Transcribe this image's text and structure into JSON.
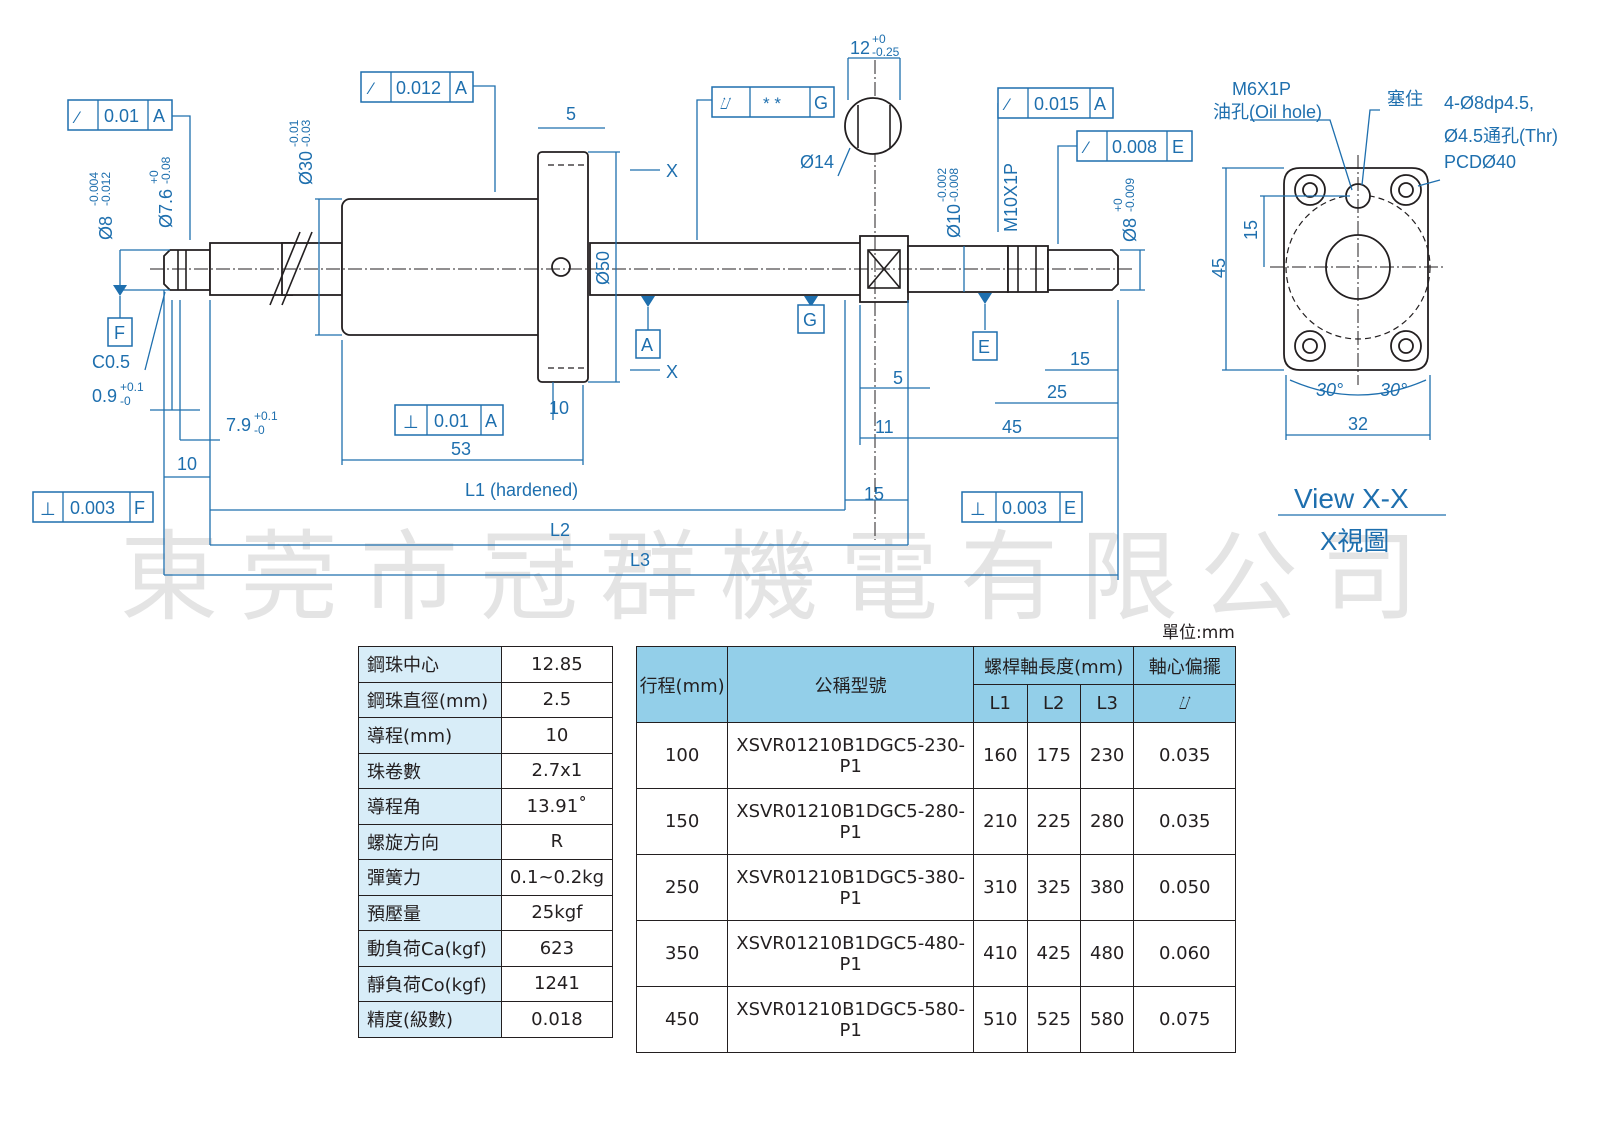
{
  "dims": {
    "runout_left": "0.01",
    "runout_nut": "0.012",
    "parallel_symbols": "*    *",
    "runout_right1": "0.015",
    "runout_right2": "0.008",
    "perp_nut": "0.01",
    "perp_left": "0.003",
    "perp_right": "0.003",
    "d8": "Ø8",
    "d8_tol_top": "-0.004",
    "d8_tol_bot": "-0.012",
    "d76": "Ø7.6",
    "d76_tol_top": "+0",
    "d76_tol_bot": "-0.08",
    "d30": "Ø30",
    "d30_tol_top": "-0.01",
    "d30_tol_bot": "-0.03",
    "d50": "Ø50",
    "d14": "Ø14",
    "d10": "Ø10",
    "d10_tol_top": "-0.002",
    "d10_tol_bot": "-0.008",
    "m10": "M10X1P",
    "d8r": "Ø8",
    "d8r_tol_top": "+0",
    "d8r_tol_bot": "-0.009",
    "w12": "12",
    "w12_tol_top": "+0",
    "w12_tol_bot": "-0.25",
    "five_top": "5",
    "c05": "C0.5",
    "g09": "0.9",
    "g09_tol_top": "+0.1",
    "g09_tol_bot": "-0",
    "g79": "7.9",
    "g79_tol_top": "+0.1",
    "g79_tol_bot": "-0",
    "d10_left": "10",
    "d53": "53",
    "d10_nut": "10",
    "d5_right": "5",
    "d11": "11",
    "d45": "45",
    "d15_lower": "15",
    "d15_upper": "15",
    "d25": "25",
    "L1": "L1 (hardened)",
    "L2": "L2",
    "L3": "L3",
    "datum_F": "F",
    "datum_A": "A",
    "datum_G": "G",
    "datum_E": "E",
    "section_X": "X",
    "view_title": "View X-X",
    "view_title_cn": "X視圖",
    "oil_hole_1": "M6X1P",
    "oil_hole_2": "油孔(Oil hole)",
    "plug": "塞住",
    "holes_1": "4-Ø8dp4.5,",
    "holes_2": "Ø4.5通孔(Thr)",
    "holes_3": "PCDØ40",
    "v45": "45",
    "v15": "15",
    "v30a": "30°",
    "v30b": "30°",
    "v32": "32"
  },
  "watermark": "東莞市冠群機電有限公司",
  "unit_label": "單位:mm",
  "spec_table": [
    {
      "k": "鋼珠中心",
      "v": "12.85"
    },
    {
      "k": "鋼珠直徑(mm)",
      "v": "2.5"
    },
    {
      "k": "導程(mm)",
      "v": "10"
    },
    {
      "k": "珠卷數",
      "v": "2.7x1"
    },
    {
      "k": "導程角",
      "v": "13.91˚"
    },
    {
      "k": "螺旋方向",
      "v": "R"
    },
    {
      "k": "彈簧力",
      "v": "0.1~0.2kg"
    },
    {
      "k": "預壓量",
      "v": "25kgf"
    },
    {
      "k": "動負荷Ca(kgf)",
      "v": "623"
    },
    {
      "k": "靜負荷Co(kgf)",
      "v": "1241"
    },
    {
      "k": "精度(級數)",
      "v": "0.018"
    }
  ],
  "model_table": {
    "h_stroke": "行程(mm)",
    "h_model": "公稱型號",
    "h_length": "螺桿軸長度(mm)",
    "h_runout": "軸心偏擺",
    "h_L1": "L1",
    "h_L2": "L2",
    "h_L3": "L3",
    "h_runout_sym": "⌰",
    "rows": [
      {
        "stroke": "100",
        "model": "XSVR01210B1DGC5-230-P1",
        "L1": "160",
        "L2": "175",
        "L3": "230",
        "runout": "0.035"
      },
      {
        "stroke": "150",
        "model": "XSVR01210B1DGC5-280-P1",
        "L1": "210",
        "L2": "225",
        "L3": "280",
        "runout": "0.035"
      },
      {
        "stroke": "250",
        "model": "XSVR01210B1DGC5-380-P1",
        "L1": "310",
        "L2": "325",
        "L3": "380",
        "runout": "0.050"
      },
      {
        "stroke": "350",
        "model": "XSVR01210B1DGC5-480-P1",
        "L1": "410",
        "L2": "425",
        "L3": "480",
        "runout": "0.060"
      },
      {
        "stroke": "450",
        "model": "XSVR01210B1DGC5-580-P1",
        "L1": "510",
        "L2": "525",
        "L3": "580",
        "runout": "0.075"
      }
    ]
  }
}
